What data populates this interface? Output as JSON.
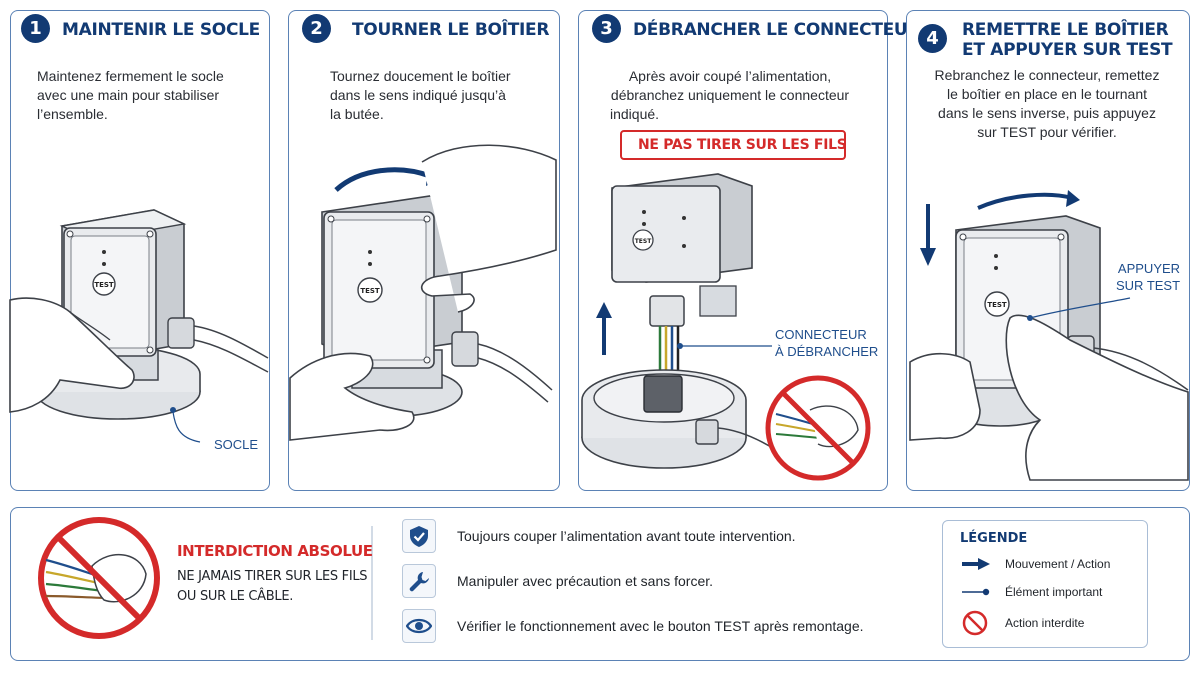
{
  "steps": [
    {
      "number": "1",
      "title": "MAINTENIR LE SOCLE",
      "desc": [
        "Maintenez fermement le socle",
        "avec une main pour stabiliser",
        "l’ensemble."
      ]
    },
    {
      "number": "2",
      "title": "TOURNER LE BOÎTIER",
      "desc": [
        "Tournez doucement le boîtier",
        "dans le sens indiqué jusqu’à",
        "la butée."
      ]
    },
    {
      "number": "3",
      "title": "DÉBRANCHER LE CONNECTEUR",
      "desc": [
        "Après avoir coupé l’alimentation,",
        "débranchez uniquement le connecteur",
        "indiqué."
      ]
    },
    {
      "number": "4",
      "title_lines": [
        "REMETTRE LE BOÎTIER",
        "ET APPUYER SUR TEST"
      ],
      "desc": [
        "Rebranchez le connecteur, remettez",
        "le boîtier en place en le tournant",
        "dans le sens inverse, puis appuyez",
        "sur TEST pour vérifier."
      ]
    }
  ],
  "device_button": "TEST",
  "labels": {
    "socle": "SOCLE",
    "connecteur": [
      "CONNECTEUR",
      "À DÉBRANCHER"
    ],
    "appuyer": [
      "APPUYER",
      "SUR TEST"
    ]
  },
  "warning": "NE PAS TIRER SUR LES FILS",
  "interdiction": {
    "title": "INTERDICTION ABSOLUE",
    "lines": [
      "NE JAMAIS TIRER SUR LES FILS",
      "OU SUR LE CÂBLE."
    ]
  },
  "tips": [
    {
      "icon": "shield-check-icon",
      "text": "Toujours couper l’alimentation avant toute intervention."
    },
    {
      "icon": "wrench-icon",
      "text": "Manipuler avec précaution et sans forcer."
    },
    {
      "icon": "eye-icon",
      "text": "Vérifier le fonctionnement avec le bouton TEST après remontage."
    }
  ],
  "legend": {
    "title": "LÉGENDE",
    "items": [
      {
        "icon": "arrow-icon",
        "text": "Mouvement / Action"
      },
      {
        "icon": "dot-line-icon",
        "text": "Élément important"
      },
      {
        "icon": "prohibited-icon",
        "text": "Action interdite"
      }
    ]
  },
  "colors": {
    "navy": "#123a73",
    "blue": "#1f4e8c",
    "red": "#d42a2a",
    "border": "#5b82b5"
  }
}
